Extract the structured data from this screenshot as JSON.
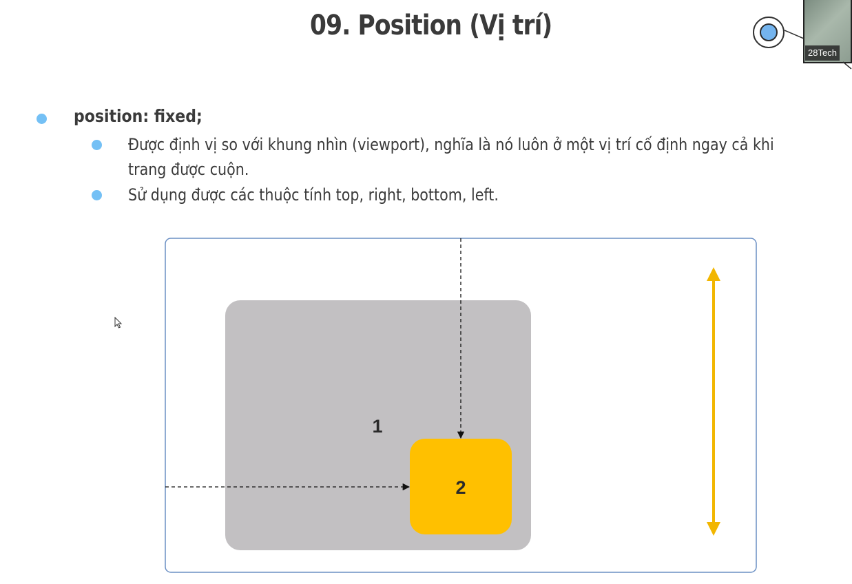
{
  "slide": {
    "title": "09. Position (Vị trí)"
  },
  "content": {
    "bullet_main": "position: fixed;",
    "sub_bullets": [
      {
        "lines": [
          "Được định vị so với khung nhìn (viewport), nghĩa là nó luôn ở một vị trí cố định ngay cả khi",
          "trang được cuộn."
        ]
      },
      {
        "lines": [
          "Sử dụng được các thuộc tính top, right, bottom, left."
        ]
      }
    ]
  },
  "diagram": {
    "box_1_label": "1",
    "box_2_label": "2",
    "colors": {
      "viewport_border": "#6a8fc4",
      "box_1": "#c2c0c2",
      "box_2": "#ffc000",
      "arrow_dashed": "#111111",
      "scroll_arrow": "#f2b600"
    }
  },
  "webcam": {
    "label": "28Tech"
  },
  "colors": {
    "bullet": "#74c0f5",
    "text": "#3a3a3a"
  }
}
